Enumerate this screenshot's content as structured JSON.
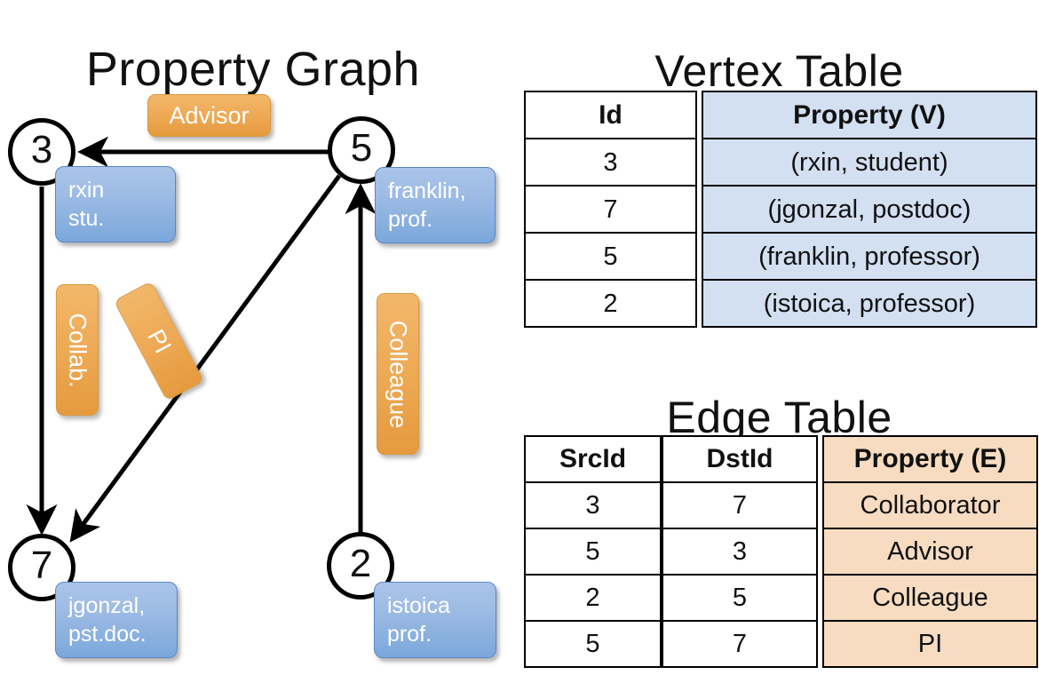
{
  "titles": {
    "graph": "Property Graph",
    "vertex_table": "Vertex Table",
    "edge_table": "Edge Table"
  },
  "graph": {
    "nodes": [
      {
        "id": "3",
        "property": {
          "line1": "rxin",
          "line2": "stu."
        }
      },
      {
        "id": "5",
        "property": {
          "line1": "franklin,",
          "line2": "prof."
        }
      },
      {
        "id": "7",
        "property": {
          "line1": "jgonzal,",
          "line2": "pst.doc."
        }
      },
      {
        "id": "2",
        "property": {
          "line1": "istoica",
          "line2": "prof."
        }
      }
    ],
    "edge_labels": [
      {
        "name": "advisor",
        "text": "Advisor"
      },
      {
        "name": "collaborator",
        "text": "Collab."
      },
      {
        "name": "pi",
        "text": "PI"
      },
      {
        "name": "colleague",
        "text": "Colleague"
      }
    ],
    "colors": {
      "vertex_box_top": "#a9c4e9",
      "vertex_box_bottom": "#7ba7db",
      "edge_label_top": "#f2b76a",
      "edge_label_bottom": "#e59a3e",
      "node_stroke": "#000000"
    }
  },
  "vertex_table": {
    "headers": {
      "id": "Id",
      "property": "Property (V)"
    },
    "rows": [
      {
        "id": "3",
        "property": "(rxin, student)"
      },
      {
        "id": "7",
        "property": "(jgonzal, postdoc)"
      },
      {
        "id": "5",
        "property": "(franklin, professor)"
      },
      {
        "id": "2",
        "property": "(istoica, professor)"
      }
    ],
    "colors": {
      "id_bg": "#ffffff",
      "property_bg": "#d2e0f2"
    }
  },
  "edge_table": {
    "headers": {
      "src": "SrcId",
      "dst": "DstId",
      "property": "Property (E)"
    },
    "rows": [
      {
        "src": "3",
        "dst": "7",
        "property": "Collaborator"
      },
      {
        "src": "5",
        "dst": "3",
        "property": "Advisor"
      },
      {
        "src": "2",
        "dst": "5",
        "property": "Colleague"
      },
      {
        "src": "5",
        "dst": "7",
        "property": "PI"
      }
    ],
    "colors": {
      "id_bg": "#ffffff",
      "property_bg": "#f7dcc1"
    }
  }
}
